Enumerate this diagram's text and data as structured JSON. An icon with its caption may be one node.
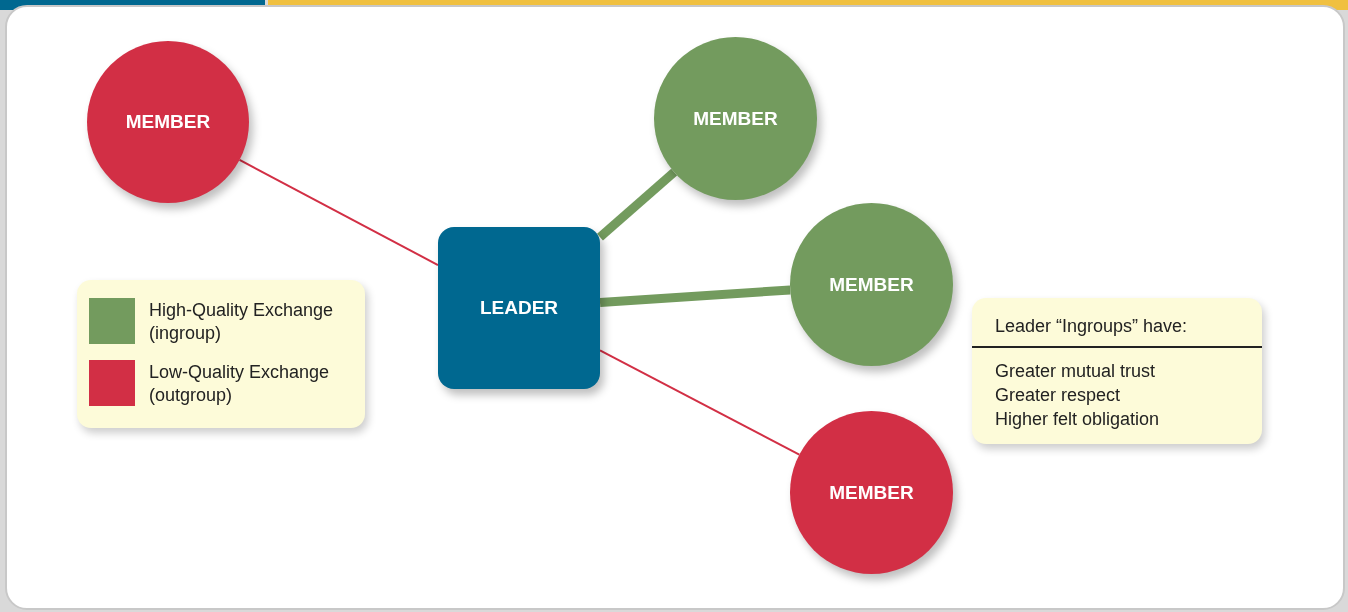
{
  "diagram": {
    "nodes": [
      {
        "text": [
          "MEMBER"
        ]
      },
      {
        "text": [
          "MEMBER"
        ]
      },
      {
        "text": [
          "LEADER"
        ]
      },
      {
        "text": [
          "MEMBER"
        ]
      },
      {
        "text": [
          "Leader “Ingroups” have:",
          "Greater mutual trust",
          "Greater respect",
          "Higher felt obligation"
        ]
      },
      {
        "text": [
          "MEMBER"
        ]
      }
    ],
    "edges": [
      {
        "from": 2,
        "to": 0,
        "arrow": "none",
        "color": "#d22f45"
      },
      {
        "from": 2,
        "to": 1,
        "arrow": "none",
        "style": "thick",
        "color": "#739b5e"
      },
      {
        "from": 2,
        "to": 3,
        "arrow": "none",
        "style": "thick",
        "color": "#739b5e"
      },
      {
        "from": 2,
        "to": 5,
        "arrow": "none",
        "color": "#d22f45"
      }
    ],
    "legend": [
      {
        "text": "High-Quality Exchange (ingroup)",
        "color": "#739b5e"
      },
      {
        "text": "Low-Quality Exchange (outgroup)",
        "color": "#d22f45"
      }
    ]
  }
}
